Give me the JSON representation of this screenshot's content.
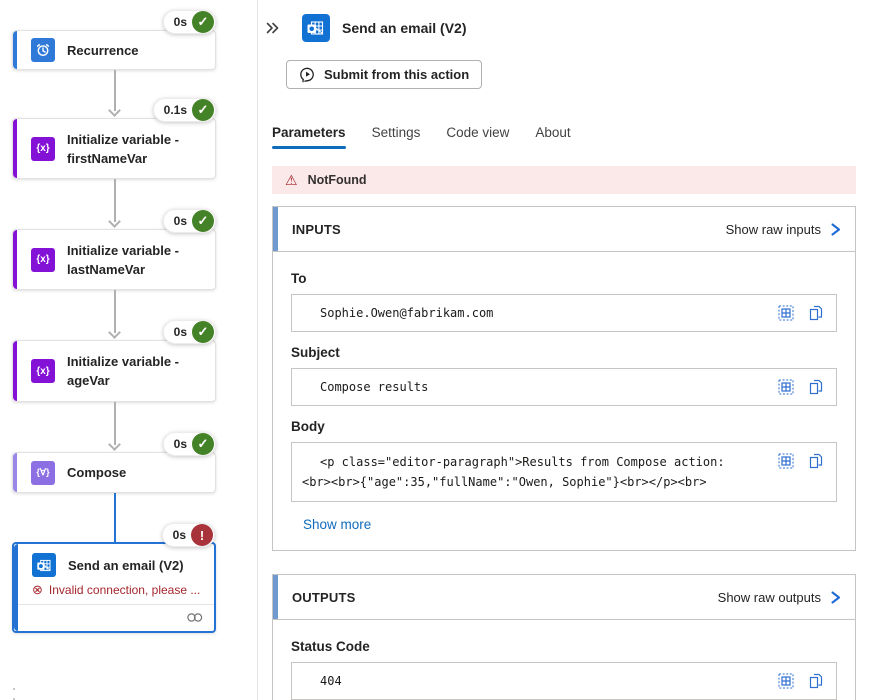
{
  "canvas": {
    "nodes": [
      {
        "title": "Recurrence",
        "duration": "0s",
        "status": "success",
        "icon": "recurrence-icon"
      },
      {
        "title": "Initialize variable - firstNameVar",
        "duration": "0.1s",
        "status": "success",
        "icon": "variable-icon"
      },
      {
        "title": "Initialize variable - lastNameVar",
        "duration": "0s",
        "status": "success",
        "icon": "variable-icon"
      },
      {
        "title": "Initialize variable - ageVar",
        "duration": "0s",
        "status": "success",
        "icon": "variable-icon"
      },
      {
        "title": "Compose",
        "duration": "0s",
        "status": "success",
        "icon": "compose-icon",
        "compose_glyph": "{∀}"
      },
      {
        "title": "Send an email (V2)",
        "duration": "0s",
        "status": "error",
        "icon": "outlook-icon",
        "error_message": "Invalid connection, please ...",
        "error_icon": "⊗"
      }
    ],
    "variable_glyph": "{x}",
    "success_glyph": "✓",
    "error_glyph": "!"
  },
  "panel": {
    "title": "Send an email (V2)",
    "submit_button": "Submit from this action",
    "tabs": [
      {
        "label": "Parameters",
        "active": true
      },
      {
        "label": "Settings",
        "active": false
      },
      {
        "label": "Code view",
        "active": false
      },
      {
        "label": "About",
        "active": false
      }
    ],
    "error_banner": {
      "icon": "⚠",
      "text": "NotFound"
    },
    "inputs": {
      "heading": "INPUTS",
      "link": "Show raw inputs",
      "fields": [
        {
          "label": "To",
          "value": "Sophie.Owen@fabrikam.com"
        },
        {
          "label": "Subject",
          "value": "Compose results"
        },
        {
          "label": "Body",
          "value_lines": [
            "<p class=\"editor-paragraph\">Results from Compose action:",
            "<br><br>{\"age\":35,\"fullName\":\"Owen, Sophie\"}<br></p><br>"
          ]
        }
      ],
      "show_more": "Show more"
    },
    "outputs": {
      "heading": "OUTPUTS",
      "link": "Show raw outputs",
      "fields": [
        {
          "label": "Status Code",
          "value": "404"
        }
      ]
    }
  },
  "colors": {
    "brand_blue": "#0f6cbd",
    "selected_node_blue": "#2472d4",
    "success_green": "#438227",
    "error_red": "#a8333a",
    "error_text": "#a4262c",
    "recurrence_blue": "#2f7ad9",
    "variable_purple": "#8312d6",
    "compose_purple": "#8b6fe3",
    "outlook_blue": "#1272d4",
    "banner_bg": "#fbe9ea",
    "section_accent": "#6f9ad0"
  }
}
